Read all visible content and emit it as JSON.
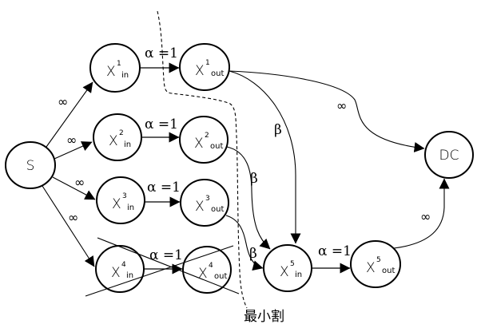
{
  "diagram": {
    "title": "",
    "nodes": {
      "S": {
        "label": "S"
      },
      "DC": {
        "label": "DC"
      },
      "x1in": {
        "base": "X",
        "sup": "1",
        "sub": "in"
      },
      "x1out": {
        "base": "X",
        "sup": "1",
        "sub": "out"
      },
      "x2in": {
        "base": "X",
        "sup": "2",
        "sub": "in"
      },
      "x2out": {
        "base": "X",
        "sup": "2",
        "sub": "out"
      },
      "x3in": {
        "base": "X",
        "sup": "3",
        "sub": "in"
      },
      "x3out": {
        "base": "X",
        "sup": "3",
        "sub": "out"
      },
      "x4in": {
        "base": "X",
        "sup": "4",
        "sub": "in"
      },
      "x4out": {
        "base": "X",
        "sup": "4",
        "sub": "out"
      },
      "x5in": {
        "base": "X",
        "sup": "5",
        "sub": "in"
      },
      "x5out": {
        "base": "X",
        "sup": "5",
        "sub": "out"
      }
    },
    "edges": {
      "s_x1in": {
        "from": "S",
        "to": "x1in",
        "label": "∞"
      },
      "s_x2in": {
        "from": "S",
        "to": "x2in",
        "label": "∞"
      },
      "s_x3in": {
        "from": "S",
        "to": "x3in",
        "label": "∞"
      },
      "s_x4in": {
        "from": "S",
        "to": "x4in",
        "label": "∞"
      },
      "x1in_x1out": {
        "from": "x1in",
        "to": "x1out",
        "label": "α =1"
      },
      "x2in_x2out": {
        "from": "x2in",
        "to": "x2out",
        "label": "α =1"
      },
      "x3in_x3out": {
        "from": "x3in",
        "to": "x3out",
        "label": "α =1"
      },
      "x4in_x4out": {
        "from": "x4in",
        "to": "x4out",
        "label": "α =1",
        "crossed_out": true
      },
      "x5in_x5out": {
        "from": "x5in",
        "to": "x5out",
        "label": "α =1"
      },
      "x1out_dc": {
        "from": "x1out",
        "to": "DC",
        "label": "∞"
      },
      "x1out_x5in": {
        "from": "x1out",
        "to": "x5in",
        "label": "β"
      },
      "x2out_x5in": {
        "from": "x2out",
        "to": "x5in",
        "label": "β"
      },
      "x3out_x5in": {
        "from": "x3out",
        "to": "x5in",
        "label": "β"
      },
      "x5out_dc": {
        "from": "x5out",
        "to": "DC",
        "label": "∞"
      }
    },
    "cut": {
      "label": "最小割"
    }
  }
}
